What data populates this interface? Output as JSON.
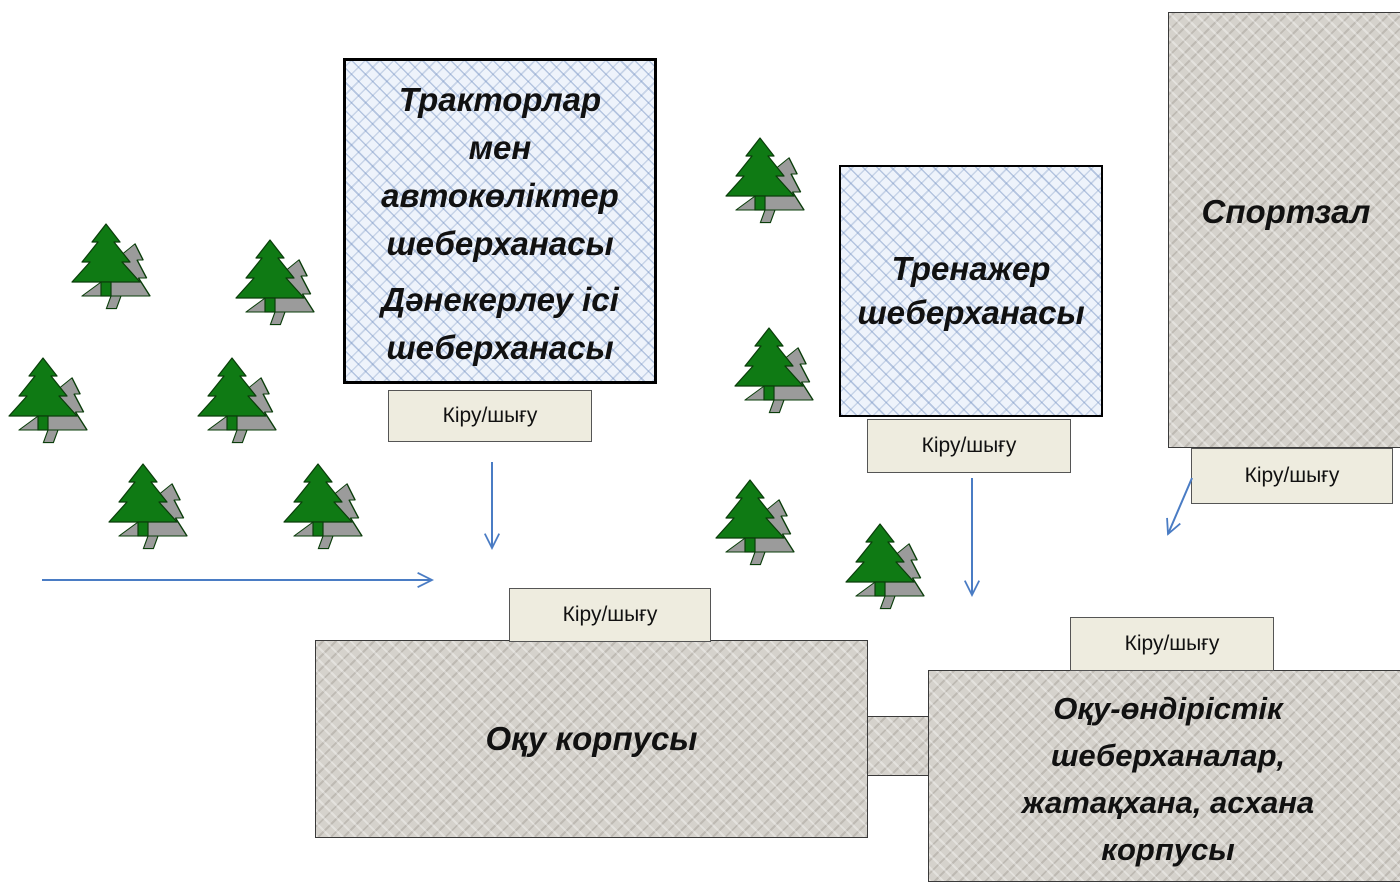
{
  "buildings": {
    "workshop_tractors": {
      "line1": "Тракторлар",
      "line2": "мен",
      "line3": "автокөліктер",
      "line4": "шеберханасы",
      "line5": "Дәнекерлеу ісі",
      "line6": "шеберханасы"
    },
    "workshop_trainer": {
      "line1": "Тренажер",
      "line2": "шеберханасы"
    },
    "gym": {
      "label": "Спортзал"
    },
    "academic_building": {
      "label": "Оқу корпусы"
    },
    "production_building": {
      "line1": "Оқу-өндірістік",
      "line2": "шеберханалар,",
      "line3": "жатақхана, асхана",
      "line4": "корпусы"
    }
  },
  "entrances": {
    "tractors": "Кіру/шығу",
    "trainer": "Кіру/шығу",
    "gym": "Кіру/шығу",
    "academic": "Кіру/шығу",
    "production": "Кіру/шығу"
  },
  "colors": {
    "tree": "#0f7a14",
    "arrow": "#4a7cc4",
    "building_gray": "#d5d2cc",
    "building_blue": "#eef3fb",
    "entry_label": "#eeecdf"
  },
  "icons": {
    "tree": "fir-tree-icon",
    "arrow": "arrow-icon"
  }
}
